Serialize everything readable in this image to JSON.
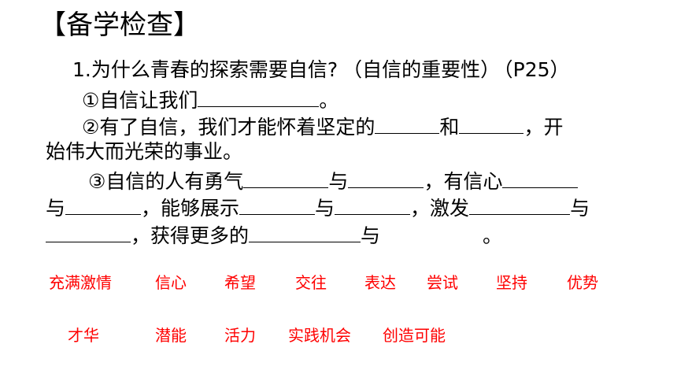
{
  "title": "【备学检查】",
  "question": {
    "number": "1.",
    "text": "为什么青春的探索需要自信?",
    "note": "（自信的重要性）",
    "page_ref": "（P25）"
  },
  "item1": {
    "a": "①自信让我们",
    "end": "。"
  },
  "item2": {
    "a": "②有了自信，我们才能怀着坚定的",
    "b": "和",
    "c": "，开",
    "d": "始伟大而光荣的事业。"
  },
  "item3": {
    "a": "③自信的人有勇气",
    "b": "与",
    "c": "，有信心",
    "d": "与",
    "e": "，能够展示",
    "f": "与",
    "g": "，激发",
    "h": "与",
    "i": "，获得更多的",
    "j": "与",
    "k": "。"
  },
  "keywords": [
    "充满激情",
    "信心",
    "希望",
    "交往",
    "表达",
    "尝试",
    "坚持",
    "优势",
    "才华",
    "潜能",
    "活力",
    "实践机会",
    "创造可能"
  ],
  "colors": {
    "text": "#000000",
    "keyword": "#ff0000",
    "background": "#ffffff"
  }
}
